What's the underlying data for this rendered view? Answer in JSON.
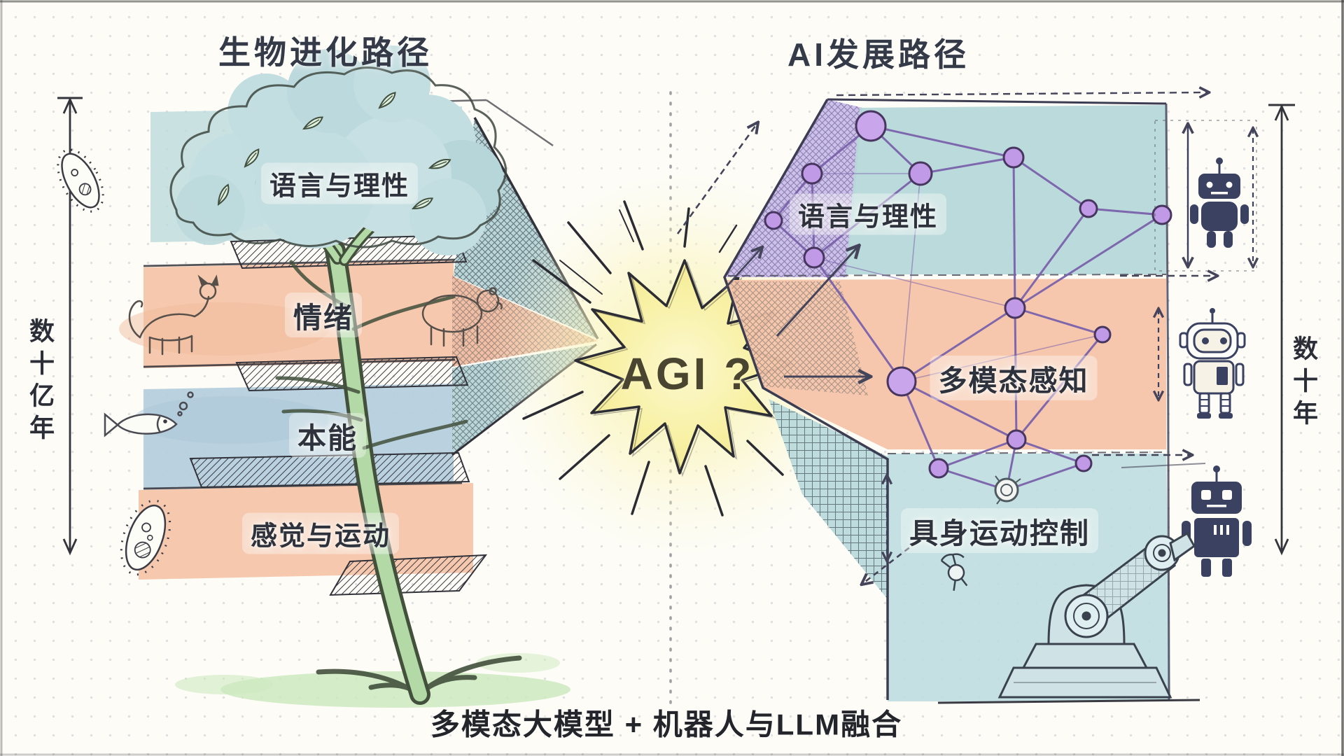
{
  "page": {
    "background": "#fdfcf6",
    "frame_color": "#2c2c2c"
  },
  "left_panel": {
    "title": "生物进化路径",
    "axis_label": "数十亿年",
    "layers": [
      {
        "label": "语言与理性",
        "color": "#bcd9dc"
      },
      {
        "label": "情绪",
        "color": "#f5c5aa"
      },
      {
        "label": "本能",
        "color": "#b4cedc"
      },
      {
        "label": "感觉与运动",
        "color": "#f5c5aa"
      }
    ],
    "icons": [
      {
        "name": "microbe-icon"
      },
      {
        "name": "cat-icon"
      },
      {
        "name": "bear-icon"
      },
      {
        "name": "fish-icon"
      },
      {
        "name": "amoeba-icon"
      },
      {
        "name": "evolution-tree"
      }
    ]
  },
  "center": {
    "label": "AGI ?",
    "burst_color": "#f7f0a3"
  },
  "right_panel": {
    "title": "AI发展路径",
    "axis_label": "数十年",
    "layers": [
      {
        "label": "语言与理性",
        "color": "#b7d8da"
      },
      {
        "label": "多模态感知",
        "color": "#f5c4a9"
      },
      {
        "label": "具身运动控制",
        "color": "#bedde0"
      }
    ],
    "icons": [
      {
        "name": "robot-humanoid-icon"
      },
      {
        "name": "robot-rounded-icon"
      },
      {
        "name": "robot-square-icon"
      },
      {
        "name": "robotic-arm-icon"
      },
      {
        "name": "gripper-icon"
      },
      {
        "name": "neural-network"
      }
    ],
    "node_color": "#c09ae6"
  },
  "footer": {
    "caption": "多模态大模型 + 机器人与LLM融合"
  }
}
